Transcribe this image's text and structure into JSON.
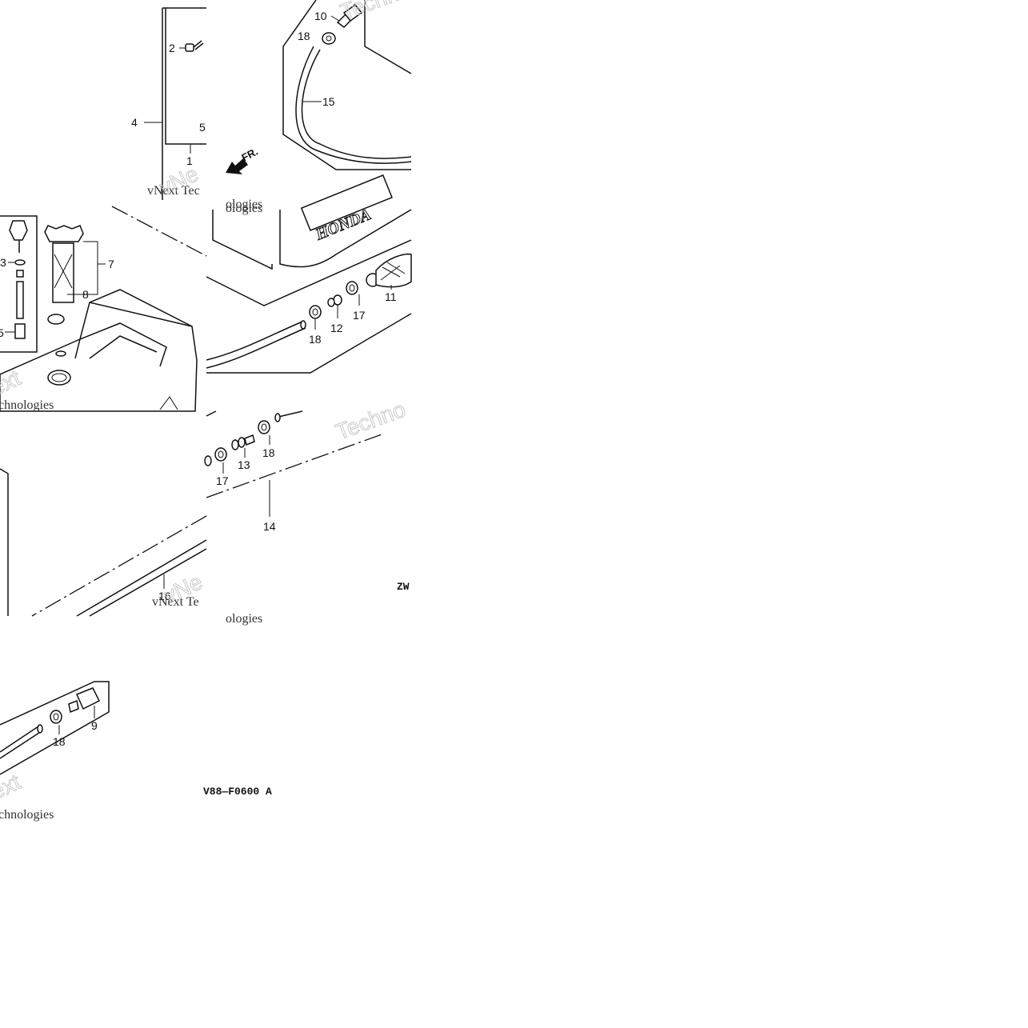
{
  "diagram": {
    "callouts": {
      "c1": "1",
      "c2": "2",
      "c3": "3",
      "c4": "4",
      "c5a": "5",
      "c5b": "5",
      "c7": "7",
      "c8": "8",
      "c9": "9",
      "c10": "10",
      "c11": "11",
      "c12": "12",
      "c13": "13",
      "c14": "14",
      "c15": "15",
      "c16": "16",
      "c17a": "17",
      "c17b": "17",
      "c18a": "18",
      "c18b": "18",
      "c18c": "18",
      "c18d": "18"
    },
    "front_marker": "FR.",
    "brand_label": "HONDA",
    "codes": {
      "bottom_code": "V88—F0600 A",
      "right_code": "ZW"
    },
    "watermarks": {
      "wm1": "vNext Tec",
      "wm2": "ologies",
      "wm3": "vNext Te",
      "wm4": "ologies",
      "wm5": "Techn",
      "wm6": "Techno",
      "wm7": "ext",
      "wm8": "chnologies",
      "wm9": "ext",
      "wm10": "chnologies",
      "wm11": "vNe",
      "wm12": "vNe"
    }
  }
}
